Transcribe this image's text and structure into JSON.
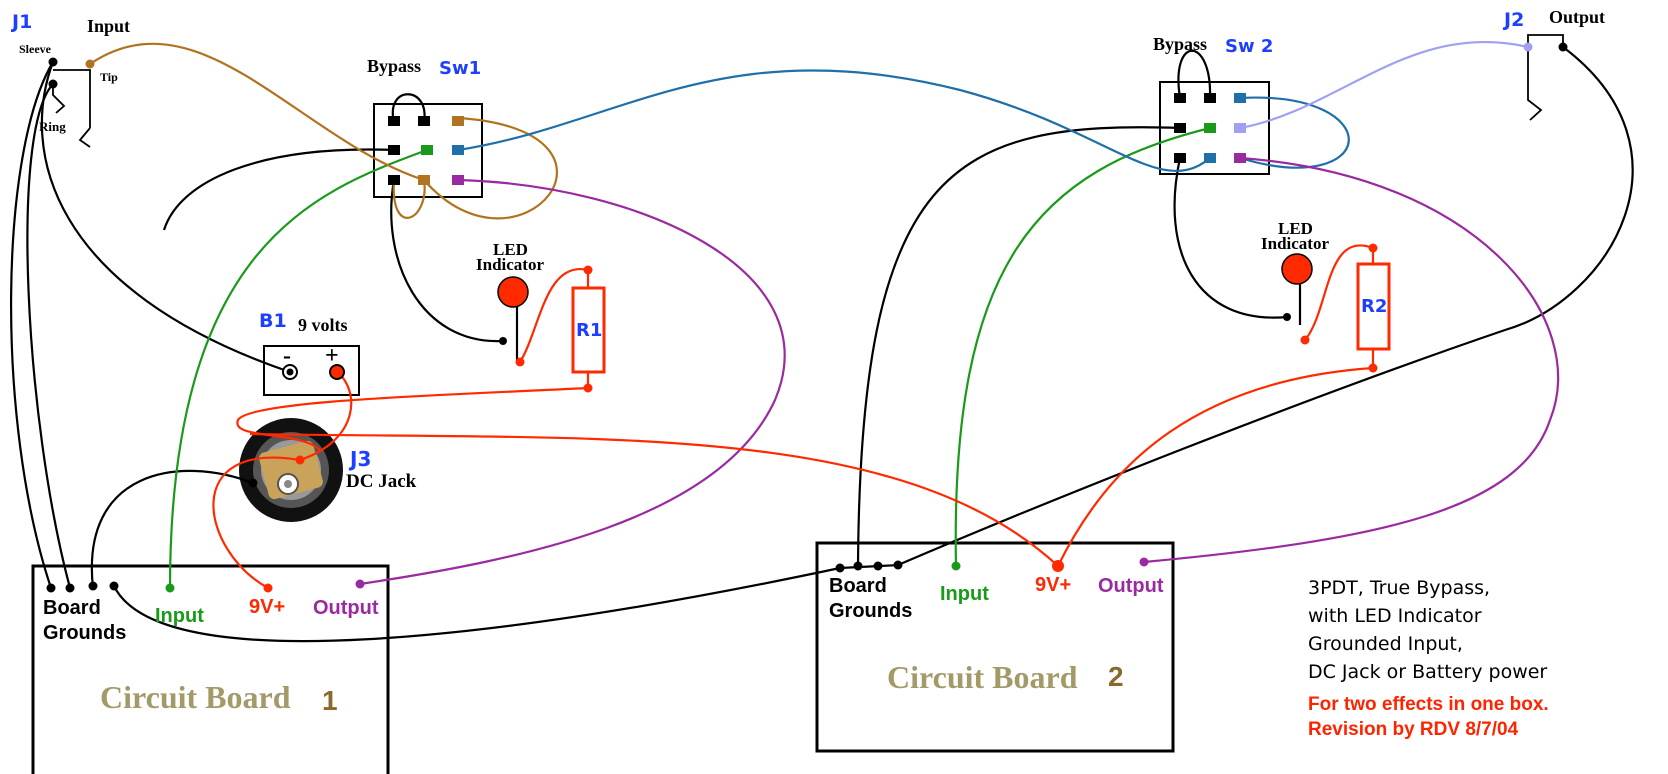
{
  "labels": {
    "j1": "J1",
    "j1_name": "Input",
    "sleeve": "Sleeve",
    "tip": "Tip",
    "ring": "Ring",
    "j2": "J2",
    "j2_name": "Output",
    "bypass1": "Bypass",
    "sw1": "Sw1",
    "bypass2": "Bypass",
    "sw2": "Sw 2",
    "led1_a": "LED",
    "led1_b": "Indicator",
    "led2_a": "LED",
    "led2_b": "Indicator",
    "r1": "R1",
    "r2": "R2",
    "b1": "B1",
    "b1_name": "9 volts",
    "minus": "-",
    "plus": "+",
    "j3": "J3",
    "j3_name": "DC Jack"
  },
  "boards": [
    {
      "title": "Circuit Board",
      "number": "1",
      "grounds_a": "Board",
      "grounds_b": "Grounds",
      "input": "Input",
      "v9": "9V+",
      "output": "Output"
    },
    {
      "title": "Circuit Board",
      "number": "2",
      "grounds_a": "Board",
      "grounds_b": "Grounds",
      "input": "Input",
      "v9": "9V+",
      "output": "Output"
    }
  ],
  "notes": {
    "line1": "3PDT, True Bypass,",
    "line2": "with LED Indicator",
    "line3": "Grounded Input,",
    "line4": "DC Jack or Battery power",
    "revision": "For two effects in one box. Revision by RDV 8/7/04"
  },
  "colors": {
    "black": "#000000",
    "green": "#1a9a1a",
    "red": "#ff2a00",
    "purple": "#9a2aa0",
    "brown": "#b0731f",
    "blue": "#1f6fa8",
    "lightblue": "#a0a0f0",
    "label_blue": "#1f3fff"
  }
}
